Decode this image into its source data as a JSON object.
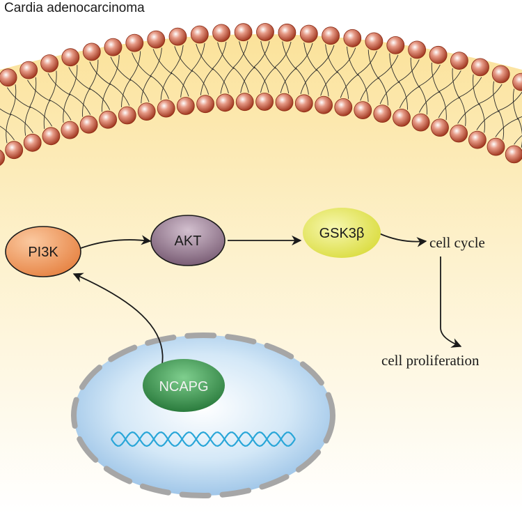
{
  "title": "Cardia adenocarcinoma",
  "nodes": {
    "pi3k": "PI3K",
    "akt": "AKT",
    "gsk3b": "GSK3β",
    "ncapg": "NCAPG"
  },
  "outcomes": {
    "cell_cycle": "cell cycle",
    "cell_proliferation": "cell proliferation"
  },
  "colors": {
    "cytoplasm": "#fbe6a0",
    "lipid_head": "#b8462e",
    "pi3k": "#ee9a62",
    "akt": "#8a6a82",
    "gsk3b": "#e6e85a",
    "ncapg": "#2e8a44",
    "nucleus": "#a9cdea",
    "dna": "#29a6d8",
    "envelope": "#a6a6a6"
  }
}
